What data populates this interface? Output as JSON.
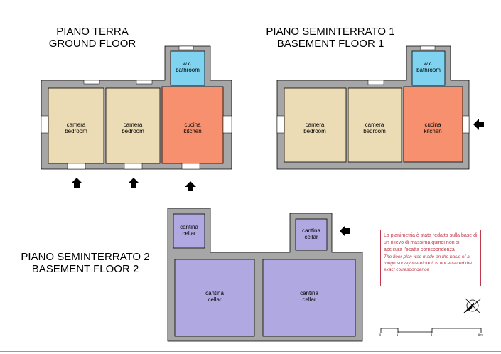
{
  "floors": [
    {
      "title_it": "PIANO TERRA",
      "title_en": "GROUND FLOOR",
      "rooms": [
        {
          "it": "w.c.",
          "en": "bathroom",
          "color": "#7fd3f0"
        },
        {
          "it": "camera",
          "en": "bedroom",
          "color": "#ecdcb5"
        },
        {
          "it": "camera",
          "en": "bedroom",
          "color": "#ecdcb5"
        },
        {
          "it": "cucina",
          "en": "kitchen",
          "color": "#f7906e"
        }
      ]
    },
    {
      "title_it": "PIANO SEMINTERRATO 1",
      "title_en": "BASEMENT FLOOR 1",
      "rooms": [
        {
          "it": "w.c.",
          "en": "bathroom",
          "color": "#7fd3f0"
        },
        {
          "it": "camera",
          "en": "bedroom",
          "color": "#ecdcb5"
        },
        {
          "it": "camera",
          "en": "bedroom",
          "color": "#ecdcb5"
        },
        {
          "it": "cucina",
          "en": "kitchen",
          "color": "#f7906e"
        }
      ]
    },
    {
      "title_it": "PIANO SEMINTERRATO 2",
      "title_en": "BASEMENT FLOOR 2",
      "rooms": [
        {
          "it": "cantina",
          "en": "cellar",
          "color": "#b0a8e0"
        },
        {
          "it": "cantina",
          "en": "cellar",
          "color": "#b0a8e0"
        },
        {
          "it": "cantina",
          "en": "cellar",
          "color": "#b0a8e0"
        },
        {
          "it": "cantina",
          "en": "cellar",
          "color": "#b0a8e0"
        }
      ]
    }
  ],
  "wall_color": "#a6a6a6",
  "note": {
    "it": "La planimetria è stata redatta sulla base di un rilievo di massima quindi non si assicura l'esatta corrispondenza",
    "en": "The floor plan was made on the basis of a rough survey therefore it is not ensured the exact correspondence",
    "color": "#c0394a"
  },
  "scale_bar": {
    "labels": [
      "0",
      "1",
      "3",
      "6m"
    ]
  },
  "compass": "compass-rose-icon"
}
